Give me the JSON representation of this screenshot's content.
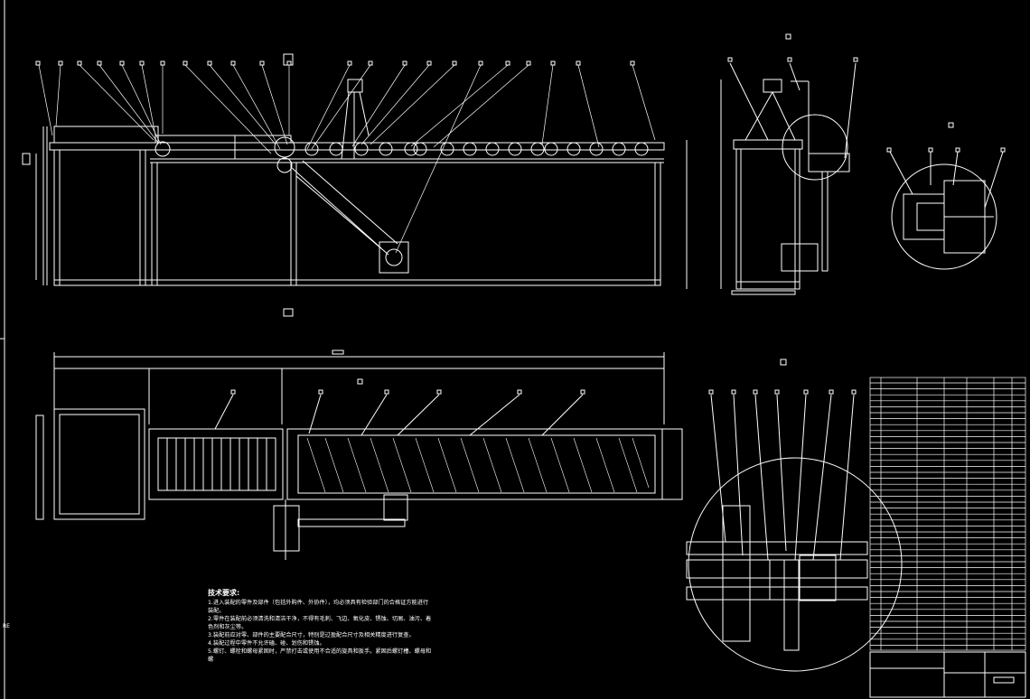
{
  "tech_requirements": {
    "title": "技术要求:",
    "lines": [
      "1.进入装配的零件及部件（包括外购件、外协件），均必须具有检验部门的合格证方能进行装配。",
      "2.零件在装配前必须清洗和清洁干净，不得有毛刺、飞边、氧化皮、锈蚀、切屑、油污、着色剂和灰尘等。",
      "3.装配前应对零、部件的主要配合尺寸，特别是过盈配合尺寸及相关精度进行复查。",
      "4.装配过程中零件不允许磕、碰、划伤和锈蚀。",
      "5.螺钉、螺栓和螺母紧固时，严禁打击或使用不合适的旋具和扳手。紧固后螺钉槽、螺母和螺"
    ]
  },
  "side_mark": "RE",
  "colors": {
    "background": "#000000",
    "line": "#ffffff"
  }
}
